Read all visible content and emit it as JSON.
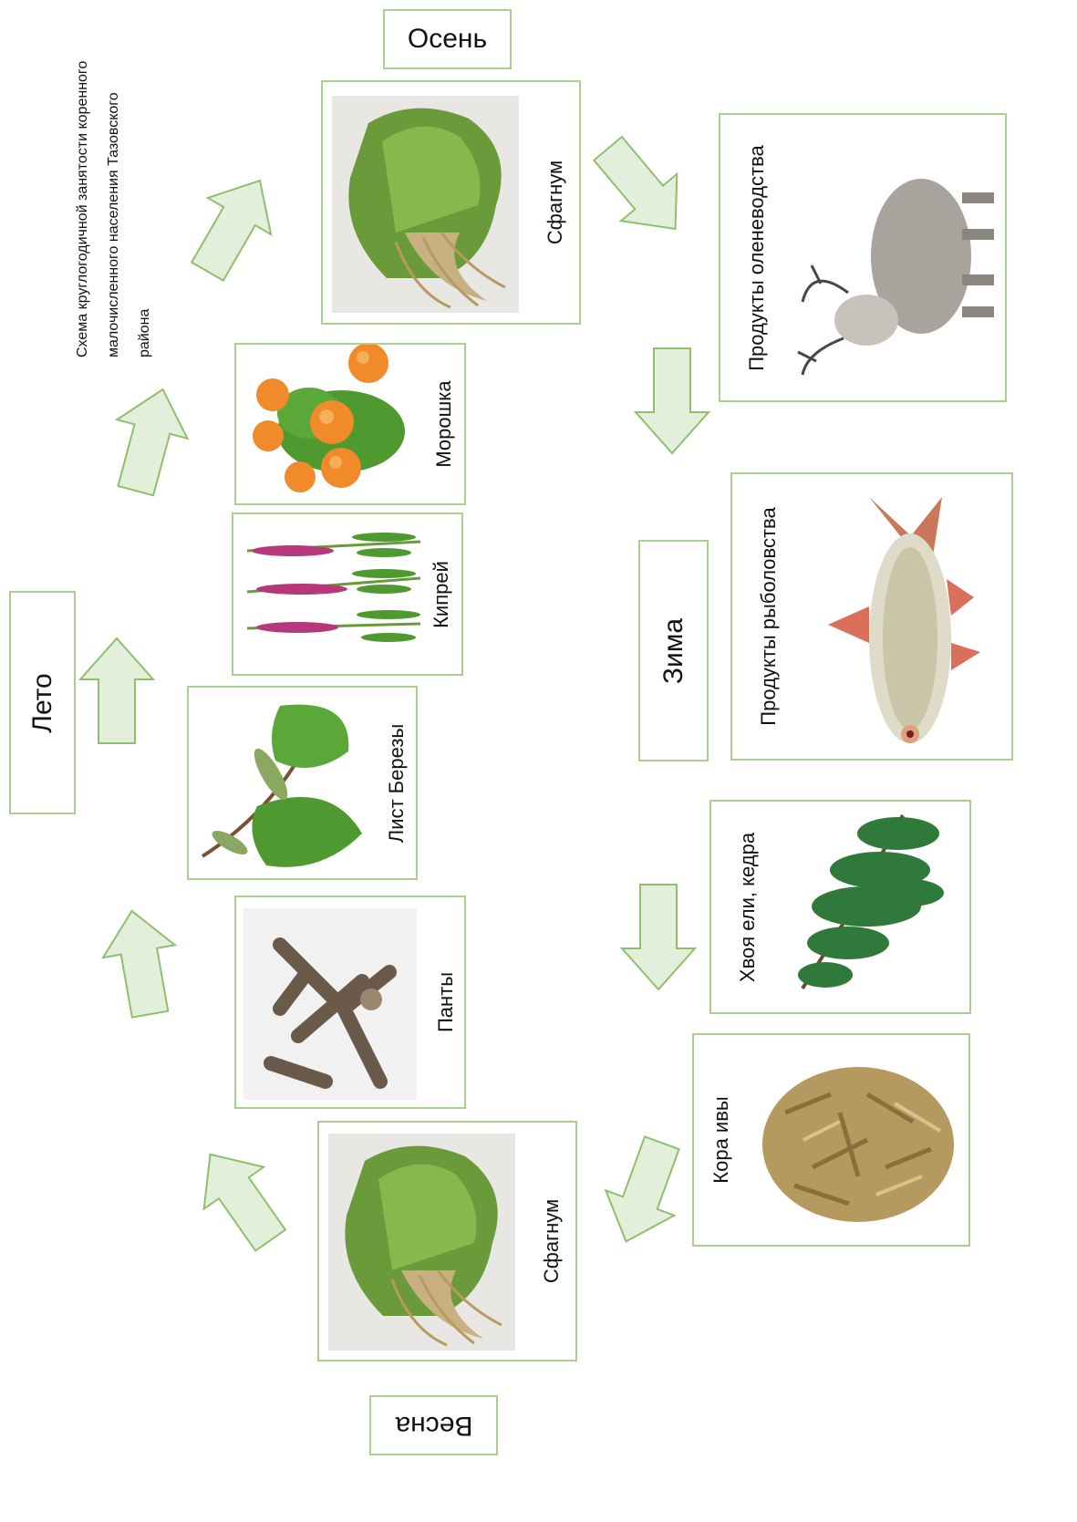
{
  "title": "Схема круглогодичной занятости коренного малочисленного населения Тазовского района",
  "seasons": {
    "autumn": "Осень",
    "winter": "Зима",
    "spring": "Весна",
    "summer": "Лето"
  },
  "items": {
    "sphagnum_autumn": "Сфагнум",
    "reindeer": "Продукты оленеводства",
    "fishing": "Продукты рыболовства",
    "conifer": "Хвоя ели, кедра",
    "willow": "Кора ивы",
    "sphagnum_spring": "Сфагнум",
    "antlers": "Панты",
    "birch": "Лист Березы",
    "fireweed": "Кипрей",
    "cloudberry": "Морошка"
  },
  "colors": {
    "border": "#a9d08e",
    "arrow_fill": "#e2efda",
    "arrow_stroke": "#8fbf6c"
  }
}
